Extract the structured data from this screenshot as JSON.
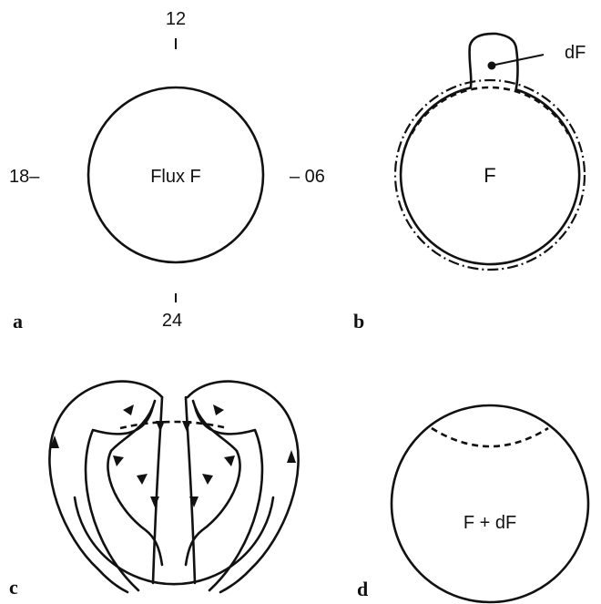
{
  "panels": {
    "a": {
      "letter": "a",
      "label_top": "12",
      "label_bottom": "24",
      "label_left": "18–",
      "label_right": "– 06",
      "center_text": "Flux F"
    },
    "b": {
      "letter": "b",
      "label_df": "dF",
      "center_text": "F"
    },
    "c": {
      "letter": "c"
    },
    "d": {
      "letter": "d",
      "center_text": "F + dF"
    }
  }
}
